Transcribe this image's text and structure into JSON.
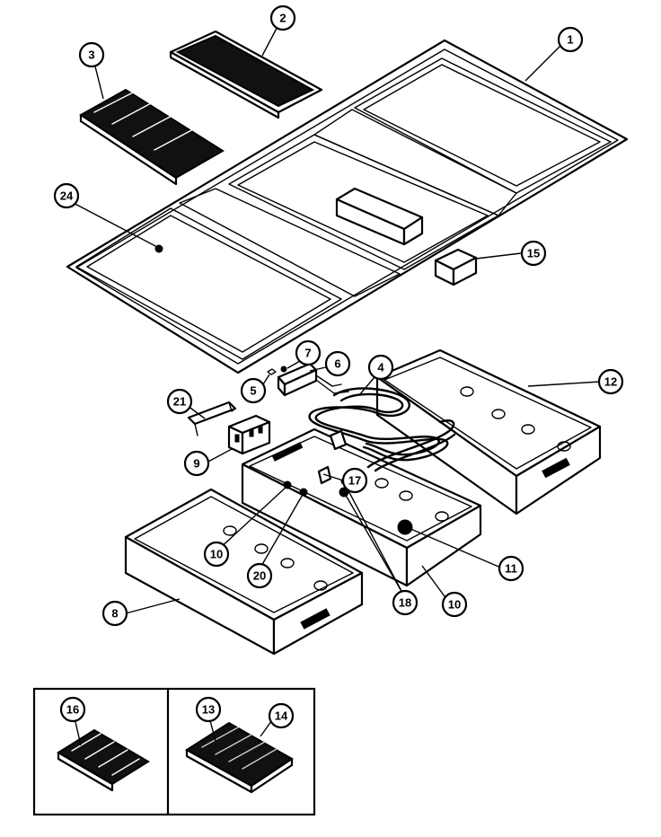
{
  "callouts": {
    "c1": "1",
    "c2": "2",
    "c3": "3",
    "c4": "4",
    "c5": "5",
    "c6": "6",
    "c7": "7",
    "c8": "8",
    "c9": "9",
    "c10a": "10",
    "c10b": "10",
    "c11": "11",
    "c12": "12",
    "c13": "13",
    "c14": "14",
    "c15": "15",
    "c16": "16",
    "c17": "17",
    "c18": "18",
    "c20": "20",
    "c21": "21",
    "c24": "24"
  },
  "colors": {
    "line": "#000000",
    "background": "#ffffff"
  }
}
